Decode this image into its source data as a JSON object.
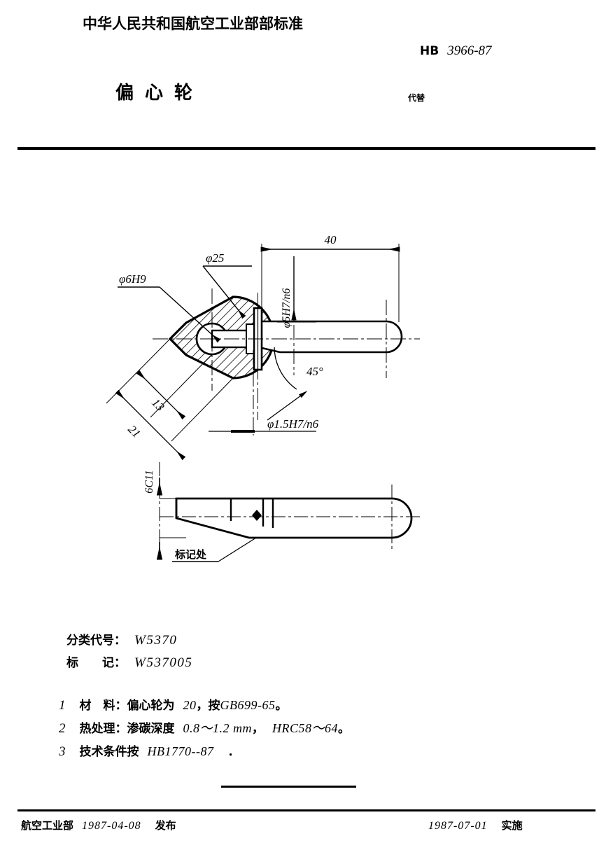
{
  "header": {
    "ministry": "中华人民共和国航空工业部部标准",
    "standard_prefix": "HB",
    "standard_number": "3966-87",
    "title": "偏心轮",
    "replaces_label": "代替"
  },
  "drawing": {
    "view1": {
      "dim_phi25": "φ25",
      "dim_phi6h9": "φ6H9",
      "dim_40": "40",
      "dim_phi5h7n6": "φ5H7/n6",
      "dim_phi15h7n6": "φ1.5H7/n6",
      "dim_45deg": "45°",
      "dim_21": "21",
      "dim_13": "13"
    },
    "view2": {
      "dim_6c11": "6C11",
      "note_mark": "标记处"
    }
  },
  "classification": {
    "code_label": "分类代号：",
    "code_value": "W5370",
    "mark_label": "标　　记：",
    "mark_value": "W537005"
  },
  "notes": [
    {
      "index": "1",
      "label": "材　料：",
      "text_cjk_a": "偏心轮为",
      "value_a": "20",
      "sep": "，",
      "text_cjk_b": "按",
      "value_b": "GB699-65",
      "end": "。"
    },
    {
      "index": "2",
      "label": "热处理：",
      "text_cjk_a": "渗碳深度",
      "value_a": "0.8～1.2 mm",
      "sep": "，",
      "text_cjk_b": "",
      "value_b": "HRC58～64",
      "end": "。"
    },
    {
      "index": "3",
      "label": "技术条件按",
      "text_cjk_a": "",
      "value_a": "HB1770--87",
      "sep": "",
      "text_cjk_b": "",
      "value_b": "",
      "end": "．"
    }
  ],
  "footer": {
    "issuer": "航空工业部",
    "issue_date": "1987-04-08",
    "issue_action": "发布",
    "effective_date": "1987-07-01",
    "effective_action": "实施"
  },
  "colors": {
    "ink": "#000000",
    "paper": "#ffffff"
  }
}
